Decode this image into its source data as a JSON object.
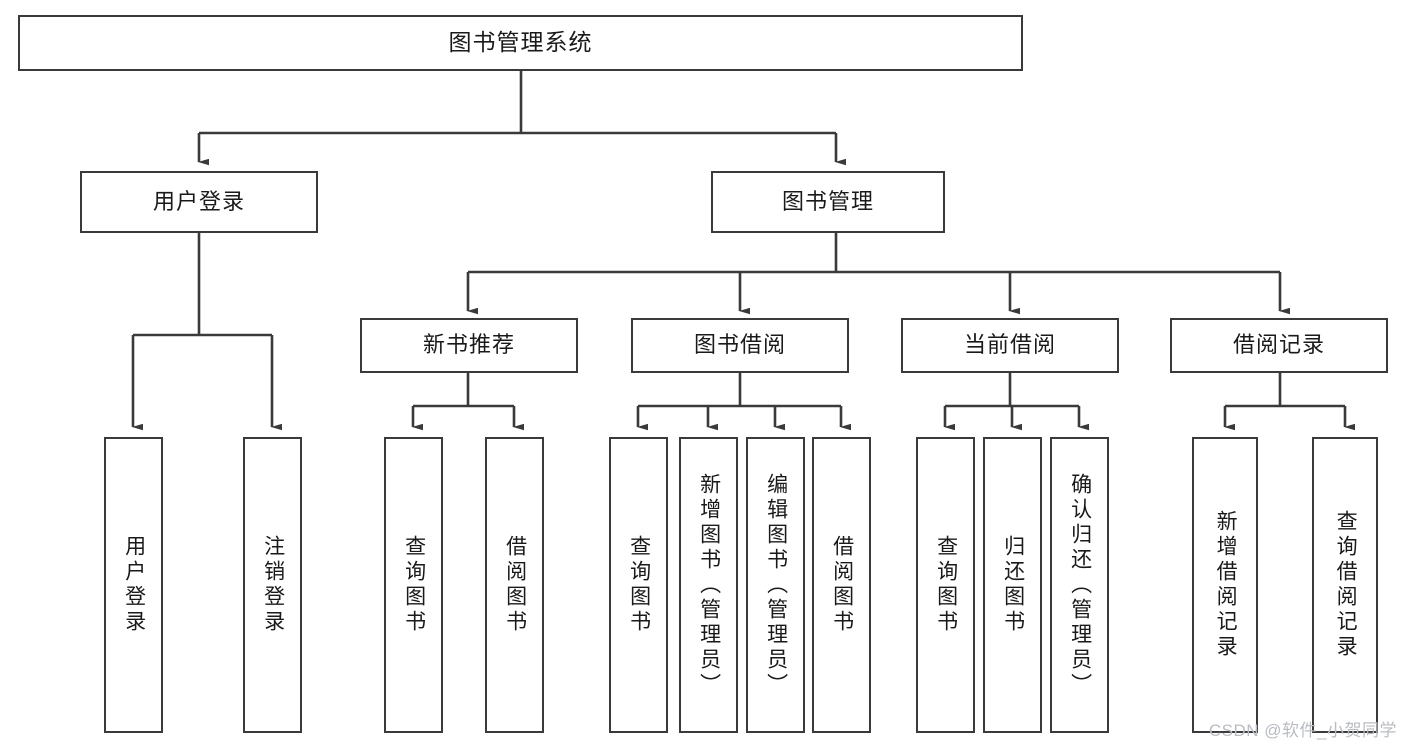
{
  "diagram": {
    "title": "图书管理系统",
    "type": "hierarchy-tree",
    "watermark": "CSDN @软件_小贺同学",
    "colors": {
      "box_border": "#3a3a3a",
      "box_fill": "#ffffff",
      "connector": "#3a3a3a",
      "text": "#1a1a1a",
      "watermark": "#b9bcc2"
    },
    "root": {
      "label": "图书管理系统"
    },
    "level2": [
      {
        "label": "用户登录"
      },
      {
        "label": "图书管理"
      }
    ],
    "level3": [
      {
        "label": "新书推荐"
      },
      {
        "label": "图书借阅"
      },
      {
        "label": "当前借阅"
      },
      {
        "label": "借阅记录"
      }
    ],
    "leaves": {
      "user_login": [
        {
          "label": "用户登录"
        },
        {
          "label": "注销登录"
        }
      ],
      "new_book_recommend": [
        {
          "label": "查询图书"
        },
        {
          "label": "借阅图书"
        }
      ],
      "book_borrow": [
        {
          "label": "查询图书"
        },
        {
          "label": "新增图书（管理员）"
        },
        {
          "label": "编辑图书（管理员）"
        },
        {
          "label": "借阅图书"
        }
      ],
      "current_borrow": [
        {
          "label": "查询图书"
        },
        {
          "label": "归还图书"
        },
        {
          "label": "确认归还（管理员）"
        }
      ],
      "borrow_record": [
        {
          "label": "新增借阅记录"
        },
        {
          "label": "查询借阅记录"
        }
      ]
    }
  }
}
